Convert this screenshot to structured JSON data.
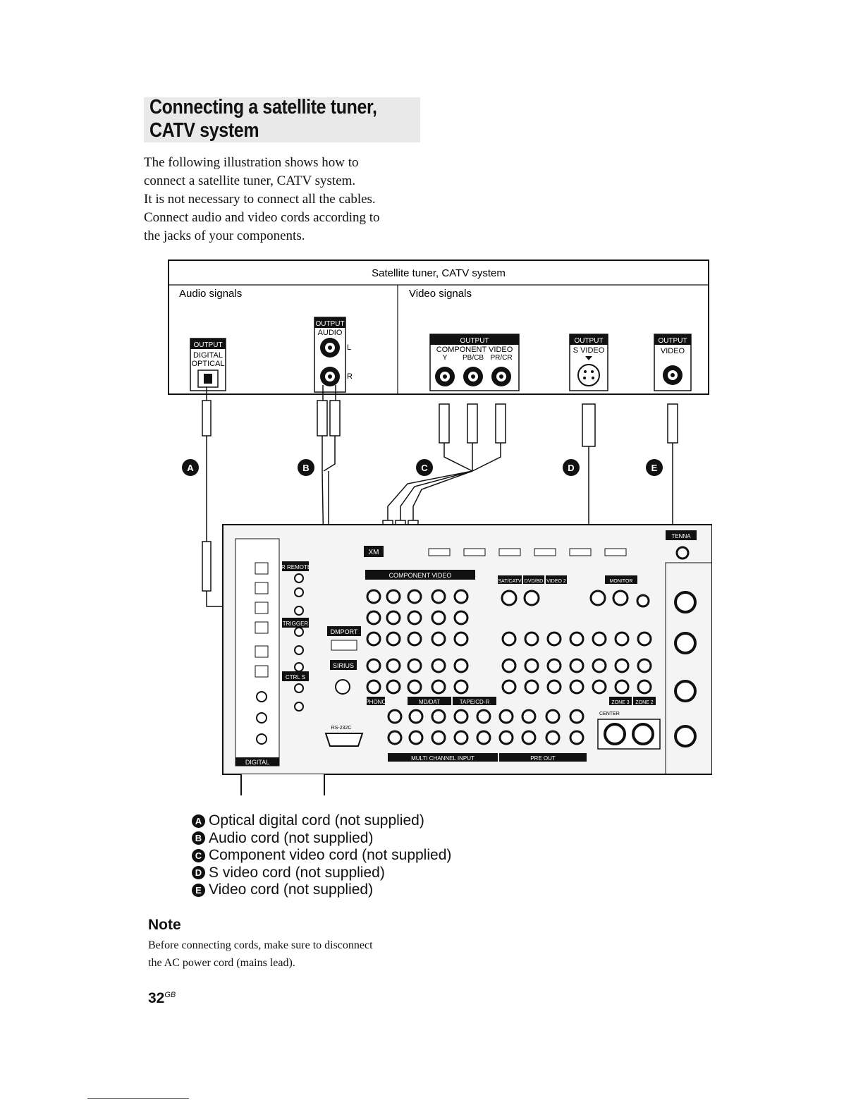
{
  "section": {
    "title_lines": [
      "Connecting a satellite tuner,",
      "CATV system"
    ],
    "intro_lines": [
      "The following illustration shows how to",
      "connect a satellite tuner, CATV system.",
      "It is not necessary to connect all the cables.",
      "Connect audio and video cords according to",
      "the jacks of your components."
    ]
  },
  "diagram": {
    "device_label": "Satellite tuner, CATV system",
    "audio_signals_label": "Audio signals",
    "video_signals_label": "Video signals",
    "output_label": "OUTPUT",
    "digital_label": "DIGITAL",
    "optical_label": "OPTICAL",
    "audio_label": "AUDIO",
    "audio_l": "L",
    "audio_r": "R",
    "component_video_label": "COMPONENT VIDEO",
    "y_label": "Y",
    "pbcb_label": "PB/CB",
    "prcr_label": "PR/CR",
    "s_video_label": "S VIDEO",
    "video_label": "VIDEO",
    "cord_letters": [
      "A",
      "B",
      "C",
      "D",
      "E"
    ],
    "receiver_labels": {
      "xm": "XM",
      "digital": "DIGITAL",
      "ir_remote": "IR REMOTE",
      "trigger": "TRIGGER",
      "ctrl_s": "CTRL S",
      "dmport": "DMPORT",
      "sirius": "SIRIUS",
      "component_video": "COMPONENT VIDEO",
      "phono": "PHONO",
      "md_dat": "MD/DAT",
      "tape_cdr": "TAPE/CD-R",
      "multi_channel_input": "MULTI CHANNEL INPUT",
      "pre_out": "PRE OUT",
      "zone3": "ZONE 3",
      "zone2": "ZONE 2",
      "monitor": "MONITOR",
      "sat_catv": "SAT/CATV",
      "dvd_bd": "DVD/BD",
      "video2": "VIDEO 2",
      "antenna": "TENNA",
      "rs232c": "RS-232C",
      "center": "CENTER"
    }
  },
  "legend": [
    {
      "letter": "A",
      "text": "Optical digital cord (not supplied)"
    },
    {
      "letter": "B",
      "text": "Audio cord (not supplied)"
    },
    {
      "letter": "C",
      "text": "Component video cord (not supplied)"
    },
    {
      "letter": "D",
      "text": "S video cord (not supplied)"
    },
    {
      "letter": "E",
      "text": "Video cord (not supplied)"
    }
  ],
  "note": {
    "heading": "Note",
    "lines": [
      "Before connecting cords, make sure to disconnect",
      "the AC power cord (mains lead)."
    ]
  },
  "page": {
    "number": "32",
    "suffix": "GB"
  }
}
